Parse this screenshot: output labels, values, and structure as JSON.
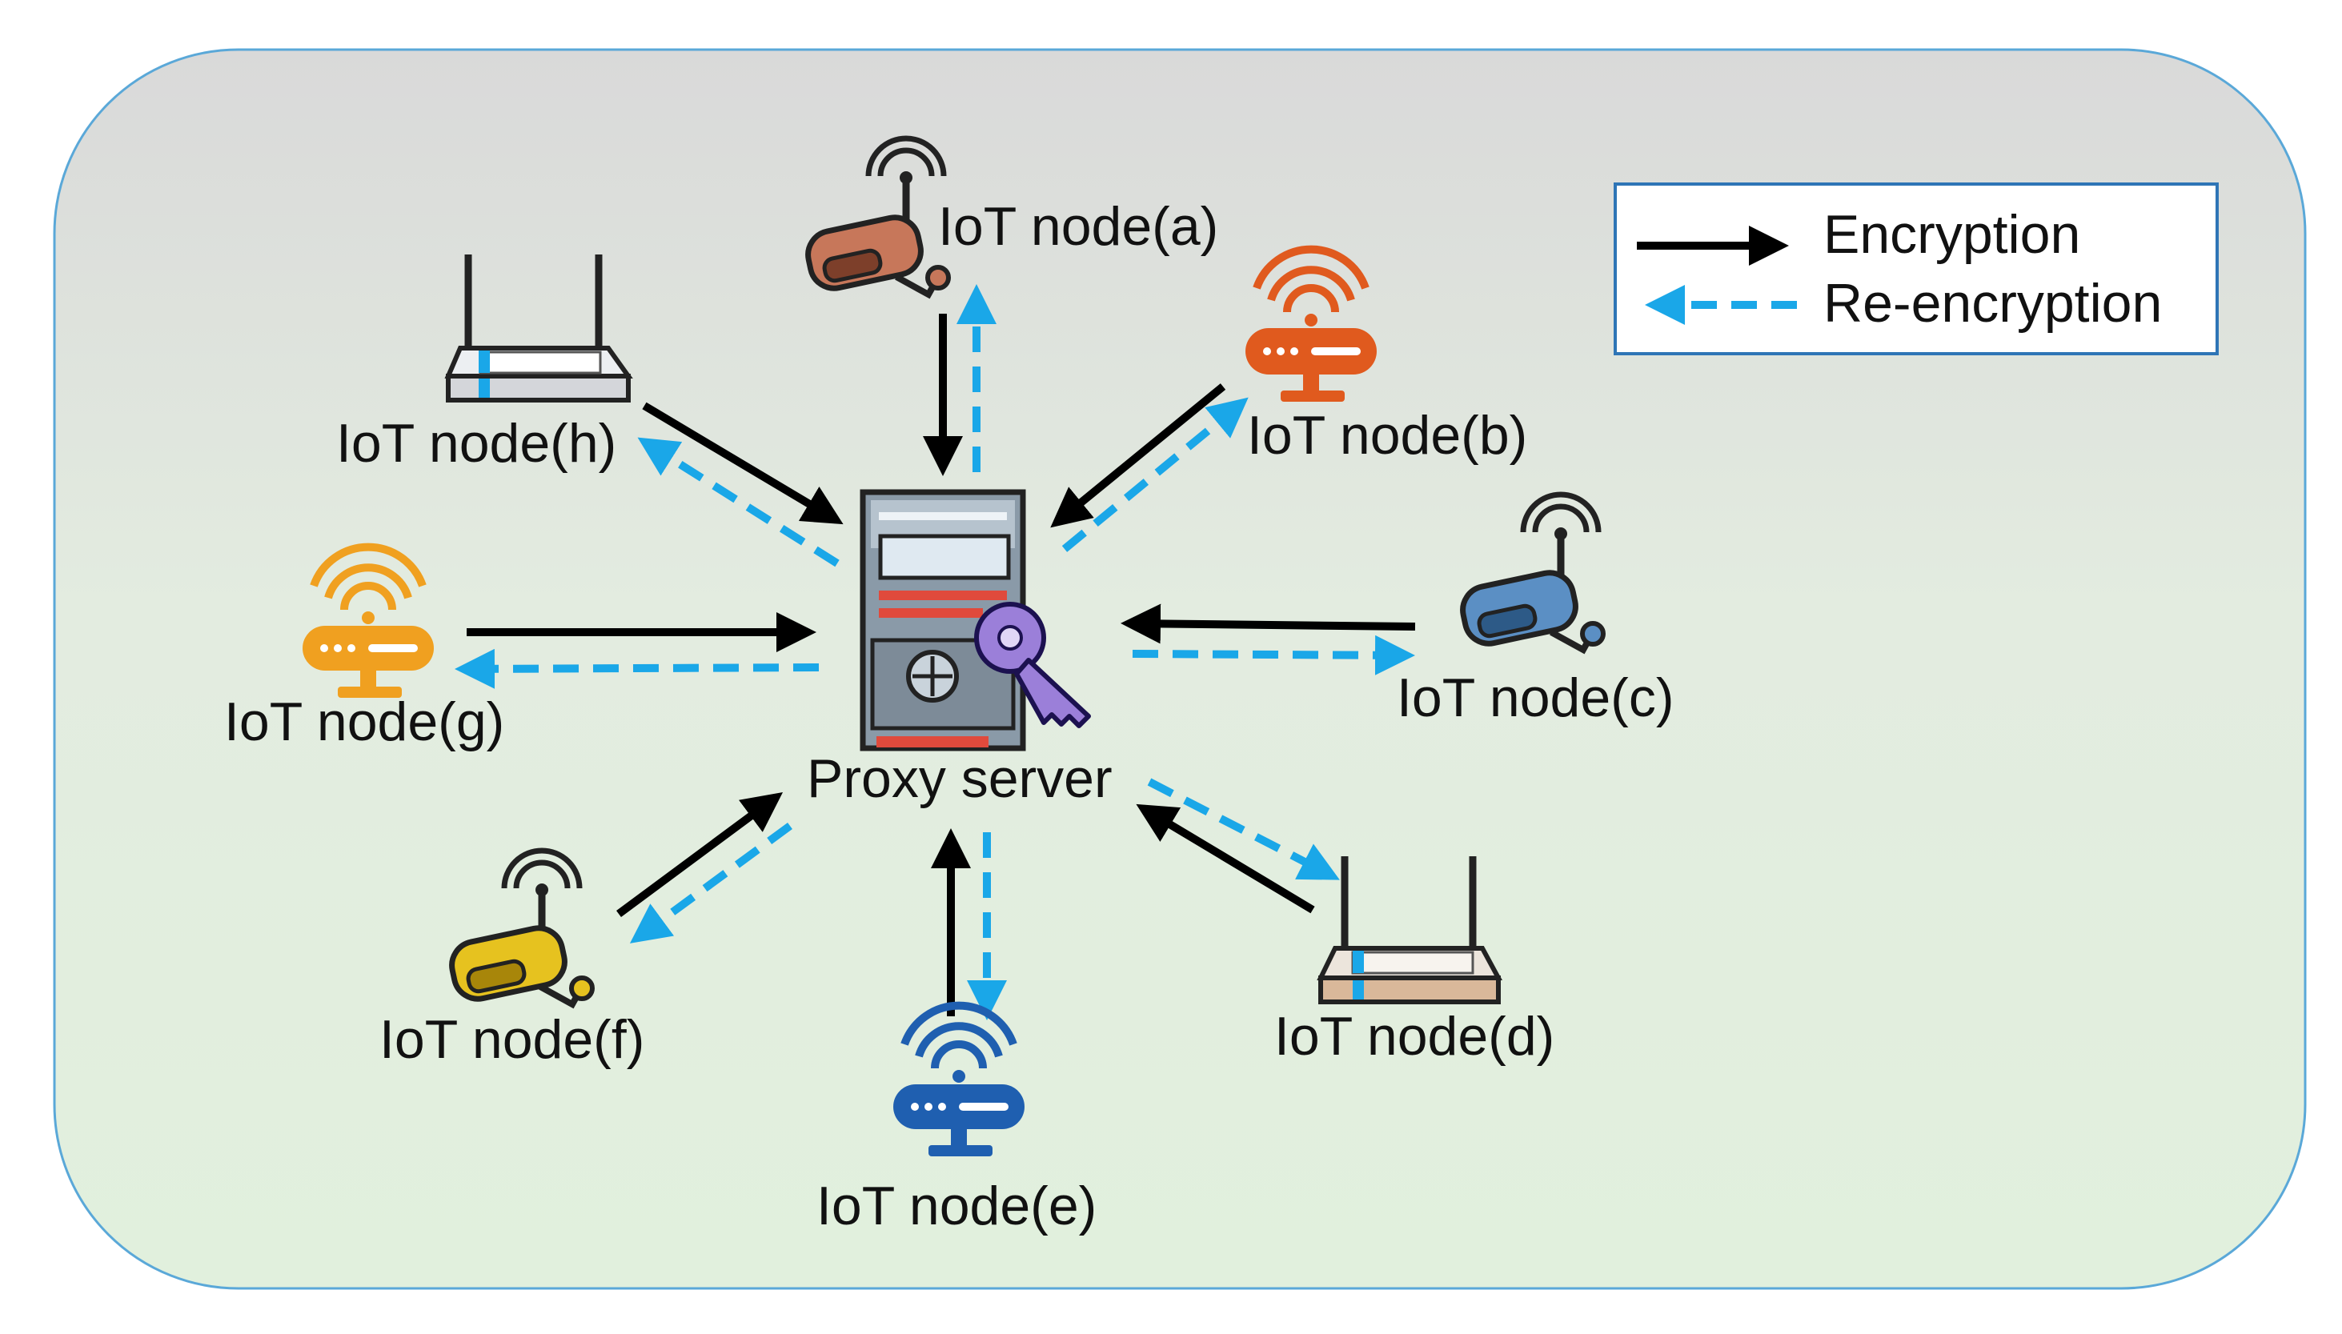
{
  "diagram": {
    "center": {
      "label": "Proxy server",
      "icon": "server-key-icon"
    },
    "nodes": [
      {
        "id": "a",
        "label": "IoT node(a)",
        "device": "camera",
        "color": "#c7775a"
      },
      {
        "id": "b",
        "label": "IoT node(b)",
        "device": "wifi-modem",
        "color": "#e05a1e"
      },
      {
        "id": "c",
        "label": "IoT node(c)",
        "device": "camera",
        "color": "#5b8fc4"
      },
      {
        "id": "d",
        "label": "IoT node(d)",
        "device": "router",
        "color": "#d9b89a"
      },
      {
        "id": "e",
        "label": "IoT node(e)",
        "device": "wifi-modem",
        "color": "#1f5fb0"
      },
      {
        "id": "f",
        "label": "IoT node(f)",
        "device": "camera",
        "color": "#e6c21f"
      },
      {
        "id": "g",
        "label": "IoT node(g)",
        "device": "wifi-modem",
        "color": "#f0a020"
      },
      {
        "id": "h",
        "label": "IoT node(h)",
        "device": "router",
        "color": "#d4d6da"
      }
    ],
    "legend": {
      "items": [
        {
          "label": "Encryption",
          "style": "solid",
          "color": "#000000"
        },
        {
          "label": "Re-encryption",
          "style": "dashed",
          "color": "#1aa7e8"
        }
      ]
    },
    "colors": {
      "background_top": "#d9d9d9",
      "background_bottom": "#e1f0dd",
      "border": "#5aa8d8",
      "encryption": "#000000",
      "re_encryption": "#1aa7e8",
      "server_body": "#8a9aa8",
      "key": "#9b7fd9"
    }
  }
}
